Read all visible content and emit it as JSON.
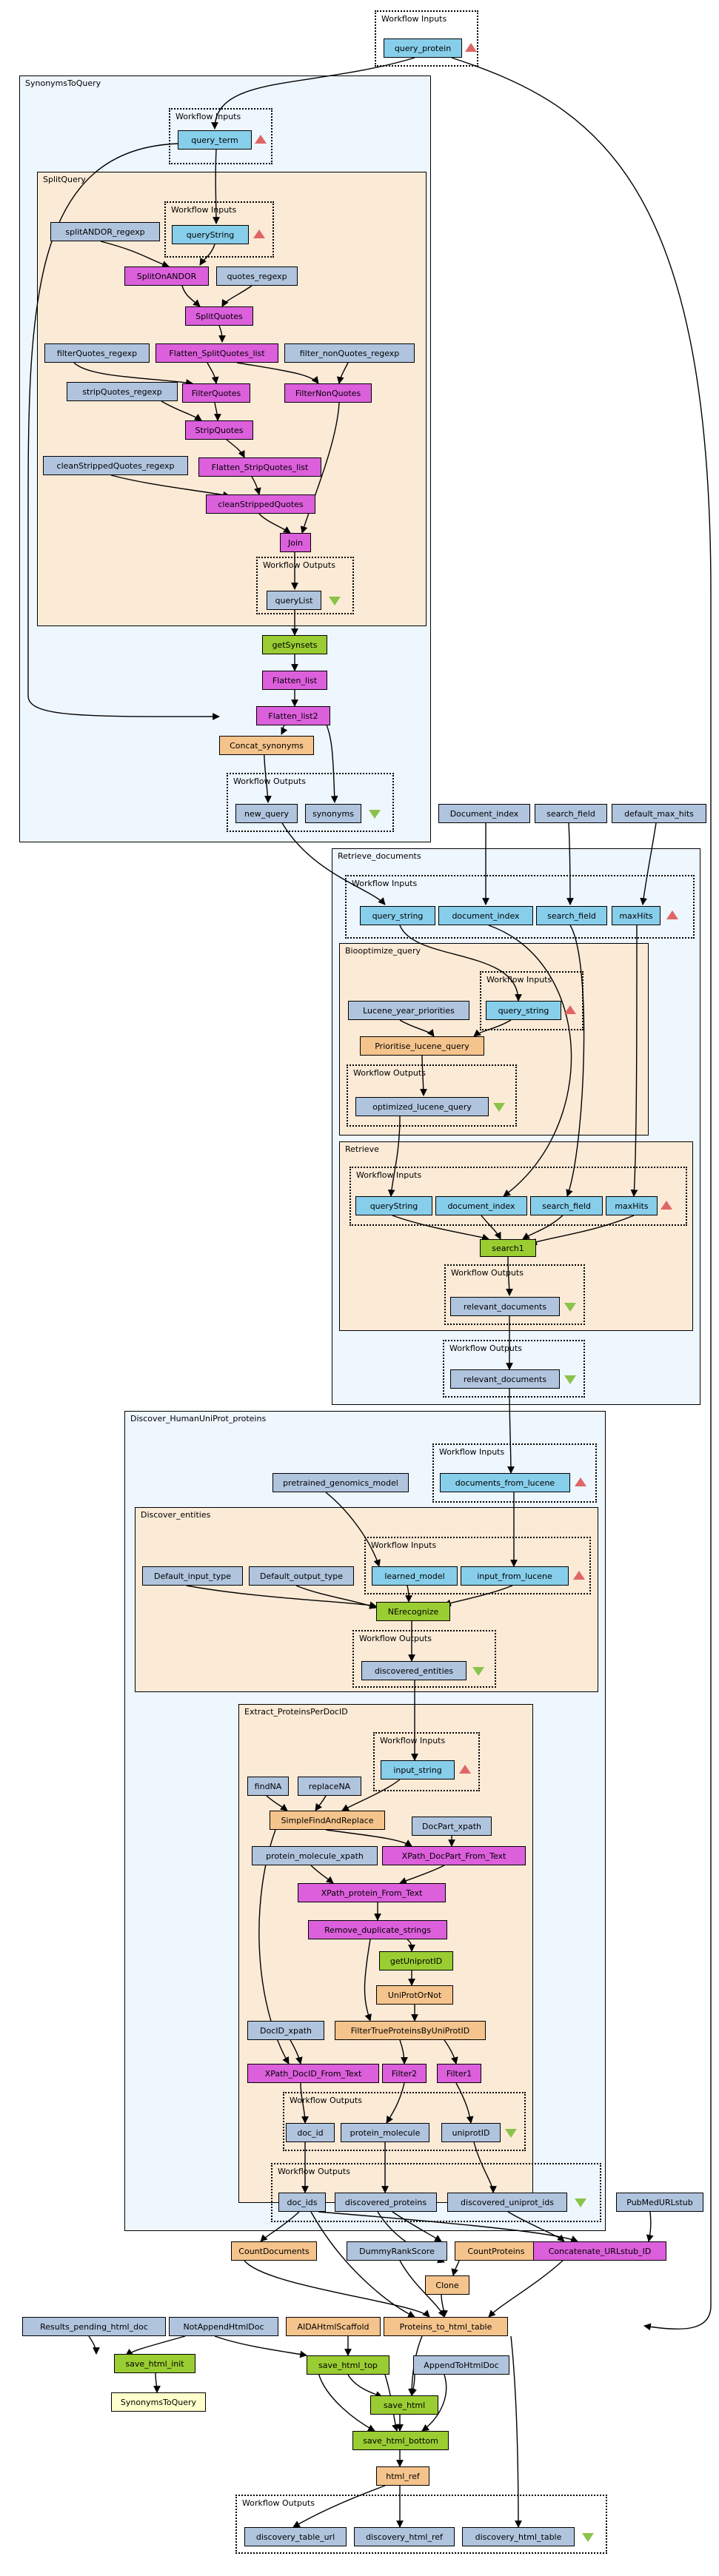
{
  "groups": {
    "wf_in": "Workflow Inputs",
    "syn": "SynonymsToQuery",
    "syn_in": "Workflow Inputs",
    "split": "SplitQuery",
    "split_in": "Workflow Inputs",
    "split_out": "Workflow Outputs",
    "syn_out": "Workflow Outputs",
    "ret": "Retrieve_documents",
    "ret_in": "Workflow Inputs",
    "bio": "Biooptimize_query",
    "bio_in": "Workflow Inputs",
    "bio_out": "Workflow Outputs",
    "rtv": "Retrieve",
    "rtv_in": "Workflow Inputs",
    "rtv_out": "Workflow Outputs",
    "ret_out": "Workflow Outputs",
    "disc": "Discover_HumanUniProt_proteins",
    "disc_in": "Workflow Inputs",
    "de": "Discover_entities",
    "de_in": "Workflow Inputs",
    "de_out": "Workflow Outputs",
    "ep": "Extract_ProteinsPerDocID",
    "ep_in": "Workflow Inputs",
    "ep_out": "Workflow Outputs",
    "disc_out": "Workflow Outputs",
    "final_out": "Workflow Outputs"
  },
  "nodes": {
    "query_protein": "query_protein",
    "query_term": "query_term",
    "splitANDOR_regexp": "splitANDOR_regexp",
    "queryString": "queryString",
    "SplitOnANDOR": "SplitOnANDOR",
    "quotes_regexp": "quotes_regexp",
    "SplitQuotes": "SplitQuotes",
    "filterQuotes_regexp": "filterQuotes_regexp",
    "Flatten_SplitQuotes_list": "Flatten_SplitQuotes_list",
    "filter_nonQuotes_regexp": "filter_nonQuotes_regexp",
    "stripQuotes_regexp": "stripQuotes_regexp",
    "FilterQuotes": "FilterQuotes",
    "FilterNonQuotes": "FilterNonQuotes",
    "StripQuotes": "StripQuotes",
    "cleanStrippedQuotes_regexp": "cleanStrippedQuotes_regexp",
    "Flatten_StripQuotes_list": "Flatten_StripQuotes_list",
    "cleanStrippedQuotes": "cleanStrippedQuotes",
    "Join": "Join",
    "queryList": "queryList",
    "getSynsets": "getSynsets",
    "Flatten_list": "Flatten_list",
    "Flatten_list2": "Flatten_list2",
    "Concat_synonyms": "Concat_synonyms",
    "new_query": "new_query",
    "synonyms": "synonyms",
    "Document_index": "Document_index",
    "search_field_c": "search_field",
    "default_max_hits": "default_max_hits",
    "query_string": "query_string",
    "document_index": "document_index",
    "search_field": "search_field",
    "maxHits": "maxHits",
    "bio_query_string": "query_string",
    "Lucene_year_priorities": "Lucene_year_priorities",
    "Prioritise_lucene_query": "Prioritise_lucene_query",
    "optimized_lucene_query": "optimized_lucene_query",
    "r_queryString": "queryString",
    "r_document_index": "document_index",
    "r_search_field": "search_field",
    "r_maxHits": "maxHits",
    "search1": "search1",
    "r_relevant_documents": "relevant_documents",
    "relevant_documents": "relevant_documents",
    "pretrained_genomics_model": "pretrained_genomics_model",
    "documents_from_lucene": "documents_from_lucene",
    "Default_input_type": "Default_input_type",
    "Default_output_type": "Default_output_type",
    "learned_model": "learned_model",
    "input_from_lucene": "input_from_lucene",
    "NErecognize": "NErecognize",
    "discovered_entities": "discovered_entities",
    "input_string": "input_string",
    "findNA": "findNA",
    "replaceNA": "replaceNA",
    "SimpleFindAndReplace": "SimpleFindAndReplace",
    "DocPart_xpath": "DocPart_xpath",
    "protein_molecule_xpath": "protein_molecule_xpath",
    "XPath_DocPart_From_Text": "XPath_DocPart_From_Text",
    "XPath_protein_From_Text": "XPath_protein_From_Text",
    "Remove_duplicate_strings": "Remove_duplicate_strings",
    "getUniprotID": "getUniprotID",
    "UniProtOrNot": "UniProtOrNot",
    "DocID_xpath": "DocID_xpath",
    "FilterTrueProteinsByUniProtID": "FilterTrueProteinsByUniProtID",
    "XPath_DocID_From_Text": "XPath_DocID_From_Text",
    "Filter2": "Filter2",
    "Filter1": "Filter1",
    "doc_id": "doc_id",
    "protein_molecule": "protein_molecule",
    "uniprotID": "uniprotID",
    "doc_ids": "doc_ids",
    "discovered_proteins": "discovered_proteins",
    "discovered_uniprot_ids": "discovered_uniprot_ids",
    "PubMedURLstub": "PubMedURLstub",
    "CountDocuments": "CountDocuments",
    "DummyRankScore": "DummyRankScore",
    "CountProteins": "CountProteins",
    "Concatenate_URLstub_ID": "Concatenate_URLstub_ID",
    "Clone": "Clone",
    "Results_pending_html_doc": "Results_pending_html_doc",
    "NotAppendHtmlDoc": "NotAppendHtmlDoc",
    "AIDAHtmlScaffold": "AIDAHtmlScaffold",
    "Proteins_to_html_table": "Proteins_to_html_table",
    "save_html_init": "save_html_init",
    "save_html_top": "save_html_top",
    "AppendToHtmlDoc": "AppendToHtmlDoc",
    "SynonymsToQuery_n": "SynonymsToQuery",
    "save_html": "save_html",
    "save_html_bottom": "save_html_bottom",
    "html_ref": "html_ref",
    "discovery_table_url": "discovery_table_url",
    "discovery_html_ref": "discovery_html_ref",
    "discovery_html_table": "discovery_html_table"
  }
}
